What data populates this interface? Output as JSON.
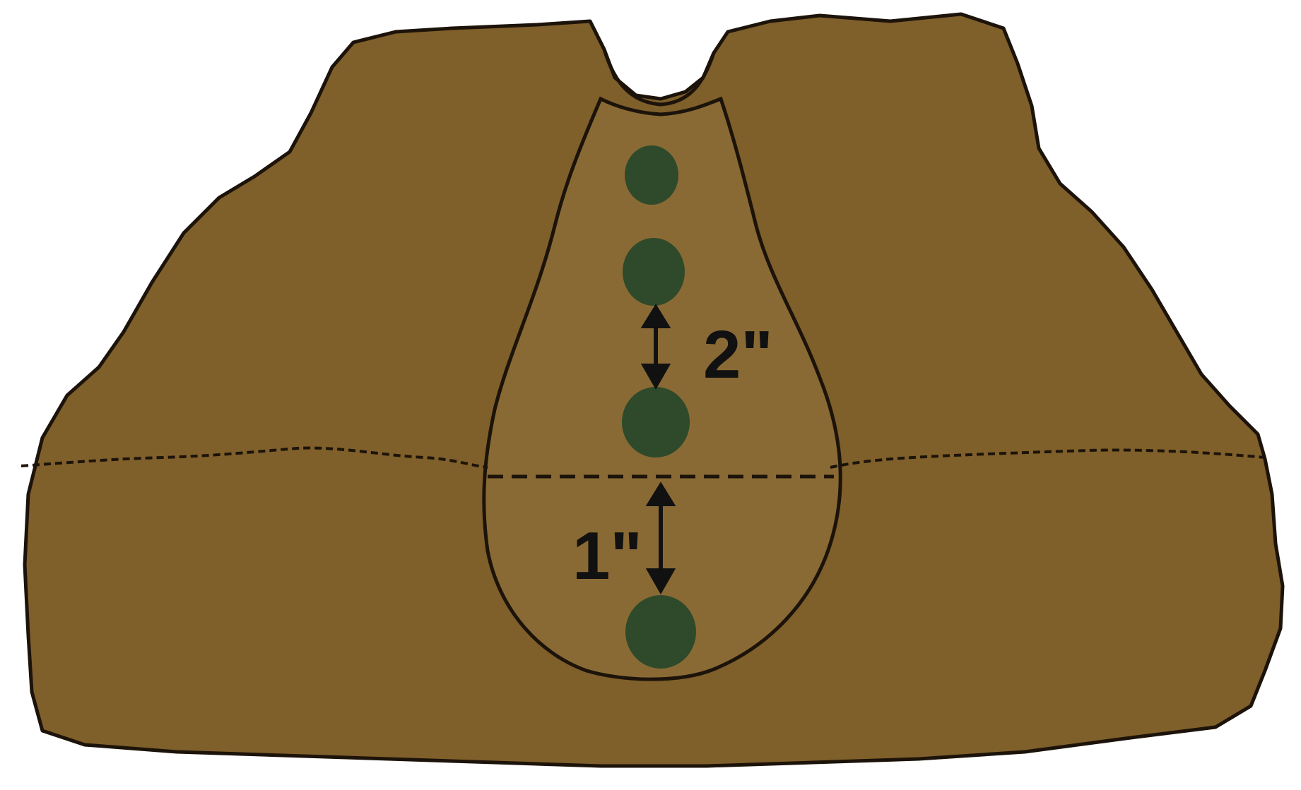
{
  "diagram": {
    "labels": {
      "spacing_between_seeds": "2\"",
      "depth_below_surface": "1\""
    },
    "seeds": {
      "count": 4,
      "color": "#2e4a2b"
    },
    "colors": {
      "soil": "#7f5f2a",
      "outline": "#1c130a",
      "arrow": "#111111"
    }
  }
}
